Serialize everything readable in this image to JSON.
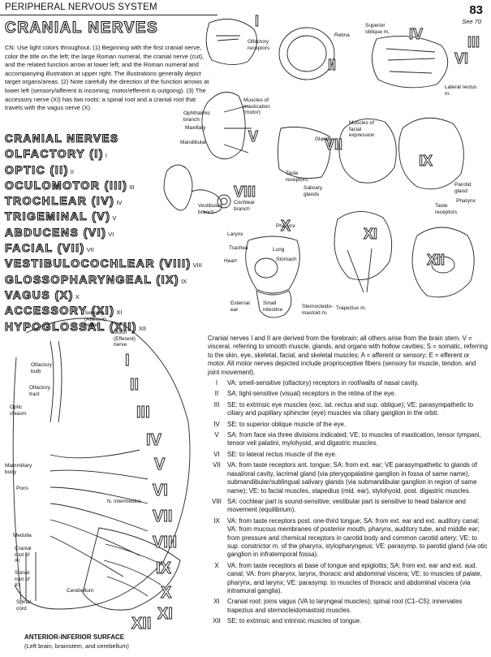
{
  "header": {
    "section": "PERIPHERAL NERVOUS SYSTEM",
    "page_number": "83",
    "see_ref": "See 70",
    "title": "CRANIAL NERVES"
  },
  "instructions": "CN: Use light colors throughout. (1) Beginning with the first cranial nerve, color the title on the left; the large Roman numeral, the cranial nerve (cut), and the related function arrow at lower left; and the Roman numeral and accompanying illustration at upper right. The illustrations generally depict target organs/areas. (2) Note carefully the direction of the function arrows at lower left (sensory/afferent is incoming; motor/efferent is outgoing). (3) The accessory nerve (XI) has two roots: a spinal root and a cranial root that travels with the vagus nerve (X).",
  "nerve_list": {
    "heading": "CRANIAL NERVES",
    "items": [
      {
        "name": "OLFACTORY (I)",
        "sub": "I"
      },
      {
        "name": "OPTIC (II)",
        "sub": "II"
      },
      {
        "name": "OCULOMOTOR (III)",
        "sub": "III"
      },
      {
        "name": "TROCHLEAR (IV)",
        "sub": "IV"
      },
      {
        "name": "TRIGEMINAL (V)",
        "sub": "V"
      },
      {
        "name": "ABDUCENS (VI)",
        "sub": "VI"
      },
      {
        "name": "FACIAL (VII)",
        "sub": "VII"
      },
      {
        "name": "VESTIBULOCOCHLEAR (VIII)",
        "sub": "VIII"
      },
      {
        "name": "GLOSSOPHARYNGEAL (IX)",
        "sub": "IX"
      },
      {
        "name": "VAGUS (X)",
        "sub": "X"
      },
      {
        "name": "ACCESSORY (XI)",
        "sub": "XI"
      },
      {
        "name": "HYPOGLOSSAL (XII)",
        "sub": "XII"
      }
    ]
  },
  "illustration_labels": {
    "olfactory": "Olfactory receptors",
    "retina": "Retina",
    "superior_oblique": "Superior oblique m.",
    "lateral_rectus": "Lateral rectus m.",
    "ophthalmic": "Ophthalmic branch",
    "maxillary": "Maxillary",
    "mandibular": "Mandibular",
    "mastication": "Muscles of mastication (motor)",
    "glands": "Glands",
    "facial_expression": "Muscles of facial expression",
    "taste_receptors": "Taste receptors",
    "salivary": "Salivary glands",
    "parotid": "Parotid gland",
    "pharynx_ix": "Pharynx",
    "taste_ix": "Taste receptors",
    "vestibular": "Vestibular branch",
    "cochlear": "Cochlear branch",
    "larynx": "Larynx",
    "pharynx_x": "Pharynx",
    "trachea": "Trachea",
    "heart": "Heart",
    "lung": "Lung",
    "stomach": "Stomach",
    "external_ear": "External ear",
    "small_intestine": "Small intestine",
    "scm": "Sternocleido-mastoid m.",
    "trapezius": "Trapezius m.",
    "sensory": "Sensory (Afferent) nerve",
    "motor": "Motor (Efferent) nerve",
    "olfactory_bulb": "Olfactory bulb",
    "olfactory_tract": "Olfactory tract",
    "optic_chiasm": "Optic chiasm",
    "mammillary": "Mammillary body",
    "pons": "Pons",
    "n_intermedius": "N. intermedius",
    "medulla": "Medulla",
    "cranial_root": "Cranial root of XI",
    "spinal_root": "Spinal root of XI",
    "spinal_cord": "Spinal cord",
    "cerebellum": "Cerebellum",
    "surface_title": "ANTERIOR-INFERIOR SURFACE",
    "surface_sub": "(Left brain, brainstem, and cerebellum)"
  },
  "numerals": [
    "I",
    "II",
    "III",
    "IV",
    "V",
    "VI",
    "VII",
    "VIII",
    "IX",
    "X",
    "XI",
    "XII"
  ],
  "description": {
    "intro": "Cranial nerves I and II are derived from the forebrain; all others arise from the brain stem. V = visceral, referring to smooth muscle, glands, and organs with hollow cavities; S = somatic, referring to the skin, eye, skeletal, facial, and skeletal muscles; A = afferent or sensory; E = efferent or motor. All motor nerves depicted include proprioceptive fibers (sensory for muscle, tendon, and joint movement).",
    "items": [
      {
        "num": "I",
        "text": "VA: smell-sensitive (olfactory) receptors in roof/walls of nasal cavity."
      },
      {
        "num": "II",
        "text": "SA: light-sensitive (visual) receptors in the retina of the eye."
      },
      {
        "num": "III",
        "text": "SE: to extrinsic eye muscles (exc. lat. rectus and sup. oblique); VE: parasympathetic to ciliary and pupillary sphincter (eye) muscles via ciliary ganglion in the orbit."
      },
      {
        "num": "IV",
        "text": "SE: to superior oblique muscle of the eye."
      },
      {
        "num": "V",
        "text": "SA: from face via three divisions indicated; VE: to muscles of mastication, tensor tympani, tensor veli palatini, mylohyoid, and digastric muscles."
      },
      {
        "num": "VI",
        "text": "SE: to lateral rectus muscle of the eye."
      },
      {
        "num": "VII",
        "text": "VA: from taste receptors ant. tongue; SA: from ext. ear; VE parasympathetic to glands of nasal/oral cavity, lacrimal gland (via pterygopalatine ganglion in fossa of same name), submandibular/sublingual salivary glands (via submandibular ganglion in region of same name); VE: to facial muscles, stapedius (mid. ear), stylohyoid, post. digastric muscles."
      },
      {
        "num": "VIII",
        "text": "SA: cochlear part is sound-sensitive; vestibular part is sensitive to head balance and movement (equilibrium)."
      },
      {
        "num": "IX",
        "text": "VA: from taste receptors post. one-third tongue; SA: from ext. ear and ext. auditory canal; VA: from mucous membranes of posterior mouth, pharynx, auditory tube, and middle ear; from pressure and chemical receptors in carotid body and common carotid artery; VE: to sup. constrictor m. of the pharynx, stylopharyngeus; VE: parasymp. to parotid gland (via otic ganglion in infratemporal fossa)."
      },
      {
        "num": "X",
        "text": "VA: from taste receptors at base of tongue and epiglottis; SA: from ext. ear and ext. aud. canal; VA: from pharynx, larynx, thoracic and abdominal viscera; VE: to muscles of palate, pharynx, and larynx; VE: parasymp. to muscles of thoracic and abdominal viscera (via intramural ganglia)."
      },
      {
        "num": "XI",
        "text": "Cranial root: joins vagus (VA to laryngeal muscles); spinal root (C1–C5): innervates trapezius and sternocleidomastoid muscles."
      },
      {
        "num": "XII",
        "text": "SE: to extrinsic and intrinsic muscles of tongue."
      }
    ]
  }
}
